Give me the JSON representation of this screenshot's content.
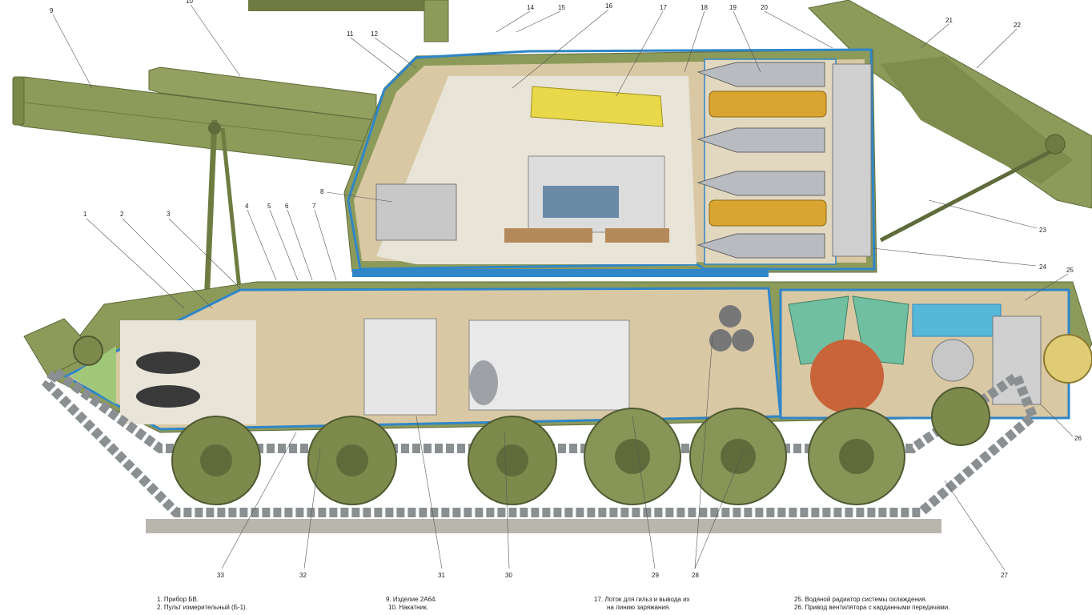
{
  "callouts": [
    "1",
    "2",
    "3",
    "4",
    "5",
    "6",
    "7",
    "8",
    "9",
    "10",
    "11",
    "12",
    "14",
    "15",
    "16",
    "17",
    "18",
    "19",
    "20",
    "21",
    "22",
    "23",
    "24",
    "25",
    "26",
    "27",
    "28",
    "29",
    "30",
    "31",
    "32",
    "33"
  ],
  "legend": {
    "col1": [
      "1. Прибор БВ.",
      "2. Пульт измерительный (Б-1)."
    ],
    "col2": [
      "9. Изделие 2А64.",
      "10. Накатник."
    ],
    "col3": [
      "17. Лоток для гильз и вывода их",
      "на линию заряжания."
    ],
    "col4": [
      "25. Водяной радиатор системы охлаждения.",
      "26. Привод вентилятора с карданными передачами."
    ]
  },
  "colors": {
    "hull_green": "#8c9a5a",
    "dark_green": "#5f6b3a",
    "armor_blue": "#2f86c8",
    "interior_tan": "#d9c8a4",
    "interior_light": "#e8e4d8",
    "shell_brass": "#d9a531",
    "shell_steel": "#b8bcc0",
    "tray_yellow": "#e8d84a",
    "engine_orange": "#c9643a",
    "coolant_teal": "#6fbfa0",
    "track_gray": "#8a8f92",
    "ground": "#b9b6ae"
  }
}
